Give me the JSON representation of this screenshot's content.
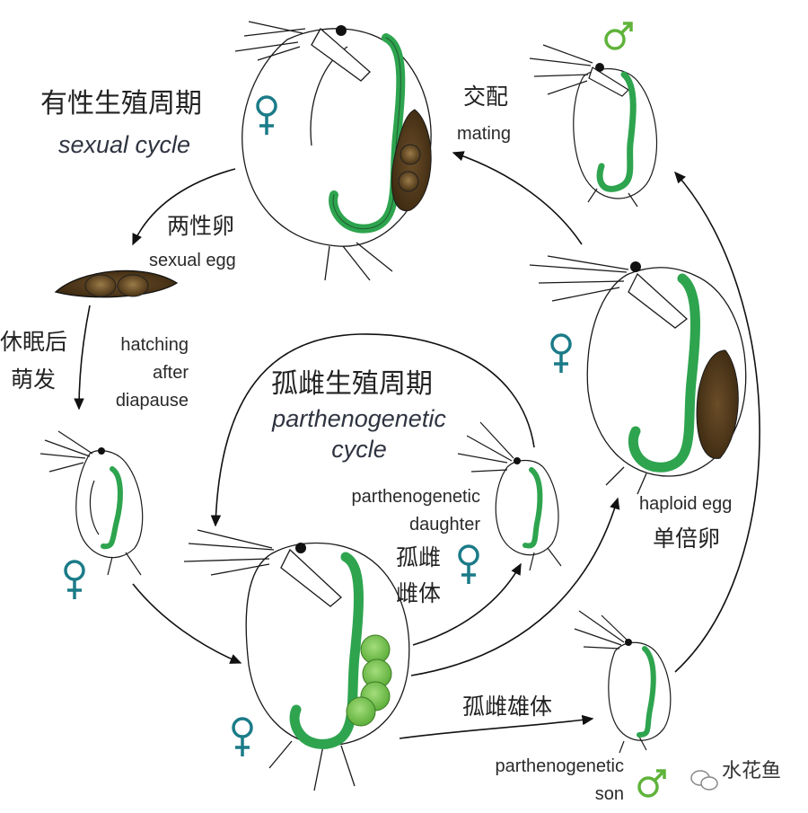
{
  "sexual_cycle": {
    "zh": "有性生殖周期",
    "en": "sexual cycle"
  },
  "parthenogenetic_cycle": {
    "zh": "孤雌生殖周期",
    "en_line1": "parthenogenetic",
    "en_line2": "cycle"
  },
  "mating": {
    "zh": "交配",
    "en": "mating"
  },
  "sexual_egg": {
    "zh": "两性卵",
    "en": "sexual egg"
  },
  "hatching": {
    "zh_line1": "休眠后",
    "zh_line2": "萌发",
    "en_line1": "hatching",
    "en_line2": "after",
    "en_line3": "diapause"
  },
  "parthenogenetic_daughter": {
    "en_line1": "parthenogenetic",
    "en_line2": "daughter",
    "zh_line1": "孤雌",
    "zh_line2": "雌体"
  },
  "haploid_egg": {
    "en": "haploid egg",
    "zh": "单倍卵"
  },
  "parthenogenetic_son": {
    "zh": "孤雌雄体",
    "en_line1": "parthenogenetic",
    "en_line2": "son"
  },
  "symbols": {
    "female": "♀",
    "male": "♂"
  },
  "watermark": "水花鱼",
  "colors": {
    "gut": "#2ea44f",
    "outline": "#1a1a1a",
    "arrow": "#111111",
    "symbol": "#1b7b88",
    "egg_brown": "#5e4320",
    "green_egg": "#6cc24a"
  }
}
